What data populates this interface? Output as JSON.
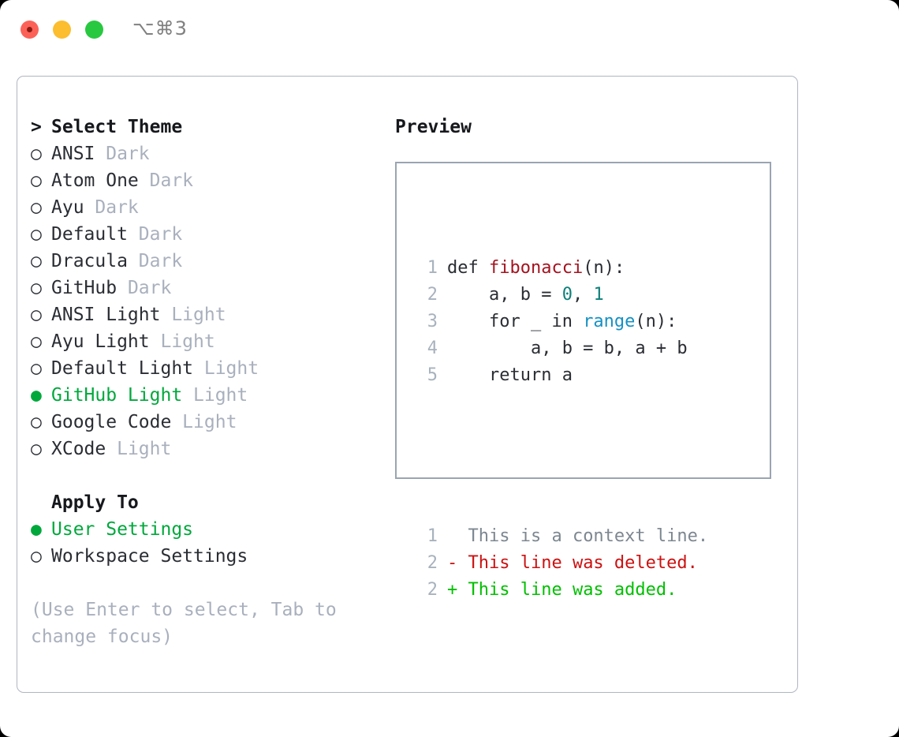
{
  "titlebar": {
    "shortcut": "⌥⌘3",
    "lights": [
      "close",
      "minimize",
      "zoom"
    ]
  },
  "theme_picker": {
    "heading": "Select Theme",
    "heading_marker": ">",
    "marker_unselected": "○",
    "marker_selected": "●",
    "items": [
      {
        "label": "ANSI",
        "tag": "Dark",
        "selected": false
      },
      {
        "label": "Atom One",
        "tag": "Dark",
        "selected": false
      },
      {
        "label": "Ayu",
        "tag": "Dark",
        "selected": false
      },
      {
        "label": "Default",
        "tag": "Dark",
        "selected": false
      },
      {
        "label": "Dracula",
        "tag": "Dark",
        "selected": false
      },
      {
        "label": "GitHub",
        "tag": "Dark",
        "selected": false
      },
      {
        "label": "ANSI Light",
        "tag": "Light",
        "selected": false
      },
      {
        "label": "Ayu Light",
        "tag": "Light",
        "selected": false
      },
      {
        "label": "Default Light",
        "tag": "Light",
        "selected": false
      },
      {
        "label": "GitHub Light",
        "tag": "Light",
        "selected": true
      },
      {
        "label": "Google Code",
        "tag": "Light",
        "selected": false
      },
      {
        "label": "XCode",
        "tag": "Light",
        "selected": false
      }
    ]
  },
  "apply_to": {
    "heading": "Apply To",
    "items": [
      {
        "label": "User Settings",
        "selected": true
      },
      {
        "label": "Workspace Settings",
        "selected": false
      }
    ]
  },
  "hint": "(Use Enter to select, Tab to change focus)",
  "preview": {
    "title": "Preview",
    "code_lines": [
      {
        "no": "1",
        "segments": [
          {
            "text": "def ",
            "type": "plain"
          },
          {
            "text": "fibonacci",
            "type": "function"
          },
          {
            "text": "(n):",
            "type": "plain"
          }
        ]
      },
      {
        "no": "2",
        "segments": [
          {
            "text": "    a, b = ",
            "type": "plain"
          },
          {
            "text": "0",
            "type": "number"
          },
          {
            "text": ", ",
            "type": "plain"
          },
          {
            "text": "1",
            "type": "number"
          }
        ]
      },
      {
        "no": "3",
        "segments": [
          {
            "text": "    for _ in ",
            "type": "plain"
          },
          {
            "text": "range",
            "type": "keyword"
          },
          {
            "text": "(n):",
            "type": "plain"
          }
        ]
      },
      {
        "no": "4",
        "segments": [
          {
            "text": "        a, b = b, a + b",
            "type": "plain"
          }
        ]
      },
      {
        "no": "5",
        "segments": [
          {
            "text": "    return a",
            "type": "plain"
          }
        ]
      }
    ],
    "diff_lines": [
      {
        "no": "1",
        "sign": " ",
        "text": " This is a context line.",
        "type": "context"
      },
      {
        "no": "2",
        "sign": "-",
        "text": " This line was deleted.",
        "type": "deleted"
      },
      {
        "no": "2",
        "sign": "+",
        "text": " This line was added.",
        "type": "added"
      }
    ]
  },
  "colors": {
    "selected_green": "#00a83c",
    "tag_gray": "#a9b0bd",
    "diff_deleted": "#cc1111",
    "diff_added": "#00c000",
    "diff_context": "#7d8791",
    "function_red": "#a4131f",
    "number_teal": "#0d8079",
    "keyword_blue": "#1591c4",
    "line_number": "#a8b2bd",
    "panel_border": "#aeb6c2"
  }
}
